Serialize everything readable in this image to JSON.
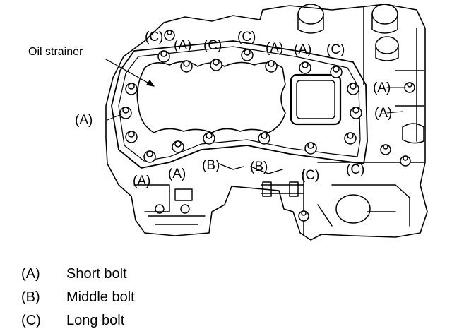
{
  "diagram": {
    "part_label": "Oil strainer",
    "callouts": [
      {
        "key": "A",
        "text": "(A)"
      },
      {
        "key": "B",
        "text": "(B)"
      },
      {
        "key": "C",
        "text": "(C)"
      }
    ]
  },
  "legend": [
    {
      "key": "(A)",
      "text": "Short bolt"
    },
    {
      "key": "(B)",
      "text": "Middle bolt"
    },
    {
      "key": "(C)",
      "text": "Long bolt"
    }
  ]
}
